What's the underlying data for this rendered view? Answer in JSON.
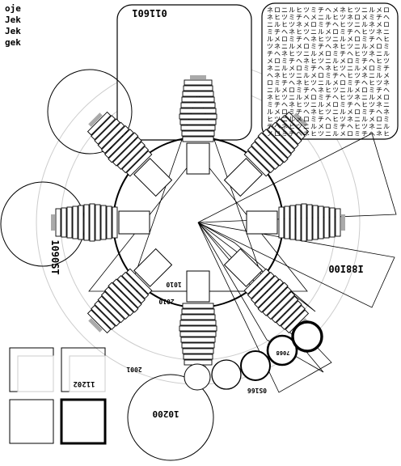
{
  "corner_labels": [
    "oje",
    "Jek",
    "Jek",
    "gek"
  ],
  "top_box_label": "011601",
  "left_label": "1090ST",
  "right_label": "I88I00",
  "bottom_circle_label": "10200",
  "small_box_label": "11202",
  "center_label_a": "1010",
  "center_label_b": "2010",
  "small_label_c": "2001",
  "chain_label_a": "0S166",
  "chain_label_b": "7068",
  "text_block": "ネロニルヒツミチヘメネヒツニルメロネヒツミチヘメニルヒツネロメミチヘニルヒツネメロミチヘヒツニルネメロミチヘネヒツニルメロミチヘヒツネニルメロミチヘネヒツニルメロミチヘヒツネニルメロミチヘネヒツニルメロミチヘネヒツニルメロミチヘヒツネニルメロミチヘネヒツニルメロミチヘヒツネニルメロミチヘネヒツニルメロミチヘネヒツニルメロミチヘヒツネニルメロミチヘネヒツニルメロミチヘヒツネニルメロミチヘネヒツニルメロミチヘネヒツニルメロミチヘヒツネニルメロミチヘネヒツニルメロミチヘヒツネニルメロミチヘネヒツニルメロミチヘネヒツニルメロミチヘヒツネニルメロミチヘネヒツニルメロミチヘヒツネニルメロミチヘネヒツニルメロミチヘネヒツニルメロミチヘヒツネニルメロミチヘネヒツニルメロミチヘヒツネニルメロミチヘネヒツニルメロミチヘネヒツニルメロミチヘヒツネニルメロミチヘネヒツニルメロミチ",
  "colors": {
    "ink": "#000000",
    "gray": "#aaaaaa",
    "light": "#cccccc"
  }
}
